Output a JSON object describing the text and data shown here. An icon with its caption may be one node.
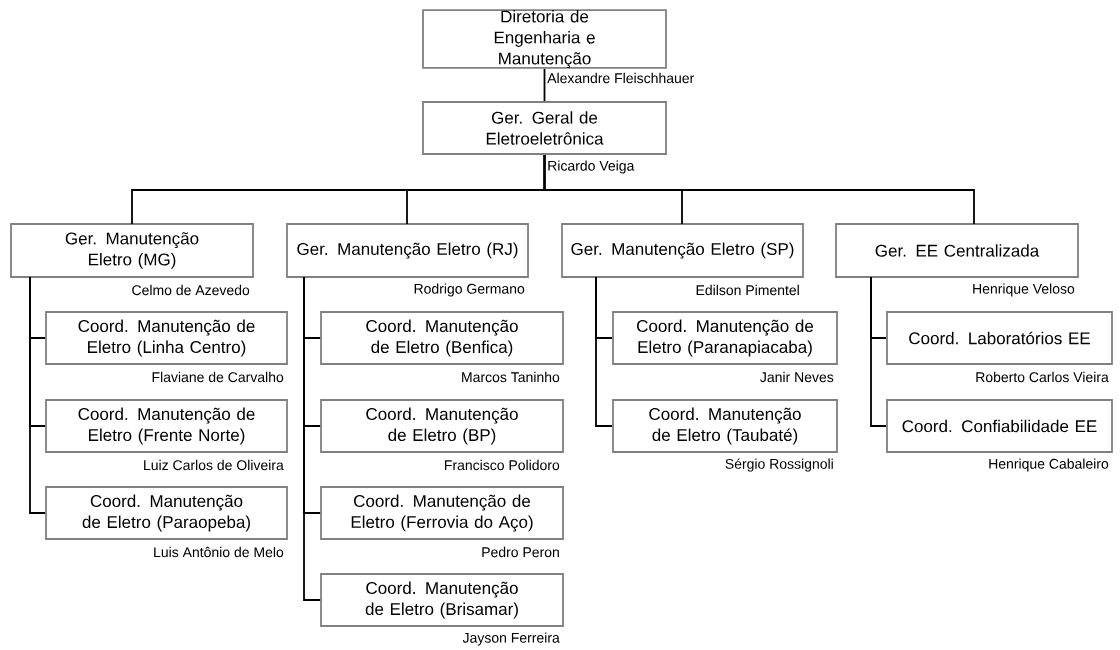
{
  "diagram": {
    "nodes": [
      {
        "text": [
          "Diretoria de Engenharia e Manutenção"
        ],
        "beside": [
          "Alexandre Fleischhauer"
        ]
      },
      {
        "text": [
          "Ger. Geral de Eletroeletrônica"
        ],
        "beside": [
          "Ricardo Veiga"
        ]
      },
      {
        "text": [
          "Ger. Manutenção Eletro (MG)"
        ],
        "beside": [
          "Celmo de Azevedo"
        ]
      },
      {
        "text": [
          "Ger. Manutenção Eletro (RJ)"
        ],
        "beside": [
          "Rodrigo Germano"
        ]
      },
      {
        "text": [
          "Ger. Manutenção Eletro (SP)"
        ],
        "beside": [
          "Edilson Pimentel"
        ]
      },
      {
        "text": [
          "Ger. EE Centralizada"
        ],
        "beside": [
          "Henrique Veloso"
        ]
      },
      {
        "text": [
          "Coord. Manutenção de Eletro (Linha Centro)"
        ],
        "beside": [
          "Flaviane de Carvalho"
        ]
      },
      {
        "text": [
          "Coord. Manutenção de Eletro (Frente Norte)"
        ],
        "beside": [
          "Luiz Carlos de Oliveira"
        ]
      },
      {
        "text": [
          "Coord. Manutenção de Eletro (Paraopeba)"
        ],
        "beside": [
          "Luis Antônio de Melo"
        ]
      },
      {
        "text": [
          "Coord. Manutenção de Eletro (Benfica)"
        ],
        "beside": [
          "Marcos Taninho"
        ]
      },
      {
        "text": [
          "Coord. Manutenção de Eletro (BP)"
        ],
        "beside": [
          "Francisco Polidoro"
        ]
      },
      {
        "text": [
          "Coord. Manutenção de Eletro (Ferrovia do Aço)"
        ],
        "beside": [
          "Pedro Peron"
        ]
      },
      {
        "text": [
          "Coord. Manutenção de Eletro (Brisamar)"
        ],
        "beside": [
          "Jayson Ferreira"
        ]
      },
      {
        "text": [
          "Coord. Manutenção de Eletro (Paranapiacaba)"
        ],
        "beside": [
          "Janir Neves"
        ]
      },
      {
        "text": [
          "Coord. Manutenção de Eletro (Taubaté)"
        ],
        "beside": [
          "Sérgio Rossignoli"
        ]
      },
      {
        "text": [
          "Coord. Laboratórios EE"
        ],
        "beside": [
          "Roberto Carlos Vieira"
        ]
      },
      {
        "text": [
          "Coord. Confiabilidade EE"
        ],
        "beside": [
          "Henrique Cabaleiro"
        ]
      }
    ],
    "edges": [
      {
        "from": 0,
        "to": 1,
        "arrow": "none"
      },
      {
        "from": 1,
        "to": 2,
        "arrow": "none"
      },
      {
        "from": 1,
        "to": 3,
        "arrow": "none"
      },
      {
        "from": 1,
        "to": 4,
        "arrow": "none"
      },
      {
        "from": 1,
        "to": 5,
        "arrow": "none"
      },
      {
        "from": 2,
        "to": 6,
        "arrow": "none"
      },
      {
        "from": 2,
        "to": 7,
        "arrow": "none"
      },
      {
        "from": 2,
        "to": 8,
        "arrow": "none"
      },
      {
        "from": 3,
        "to": 9,
        "arrow": "none"
      },
      {
        "from": 3,
        "to": 10,
        "arrow": "none"
      },
      {
        "from": 3,
        "to": 11,
        "arrow": "none"
      },
      {
        "from": 3,
        "to": 12,
        "arrow": "none"
      },
      {
        "from": 4,
        "to": 13,
        "arrow": "none"
      },
      {
        "from": 4,
        "to": 14,
        "arrow": "none"
      },
      {
        "from": 5,
        "to": 15,
        "arrow": "none"
      },
      {
        "from": 5,
        "to": 16,
        "arrow": "none"
      }
    ]
  }
}
